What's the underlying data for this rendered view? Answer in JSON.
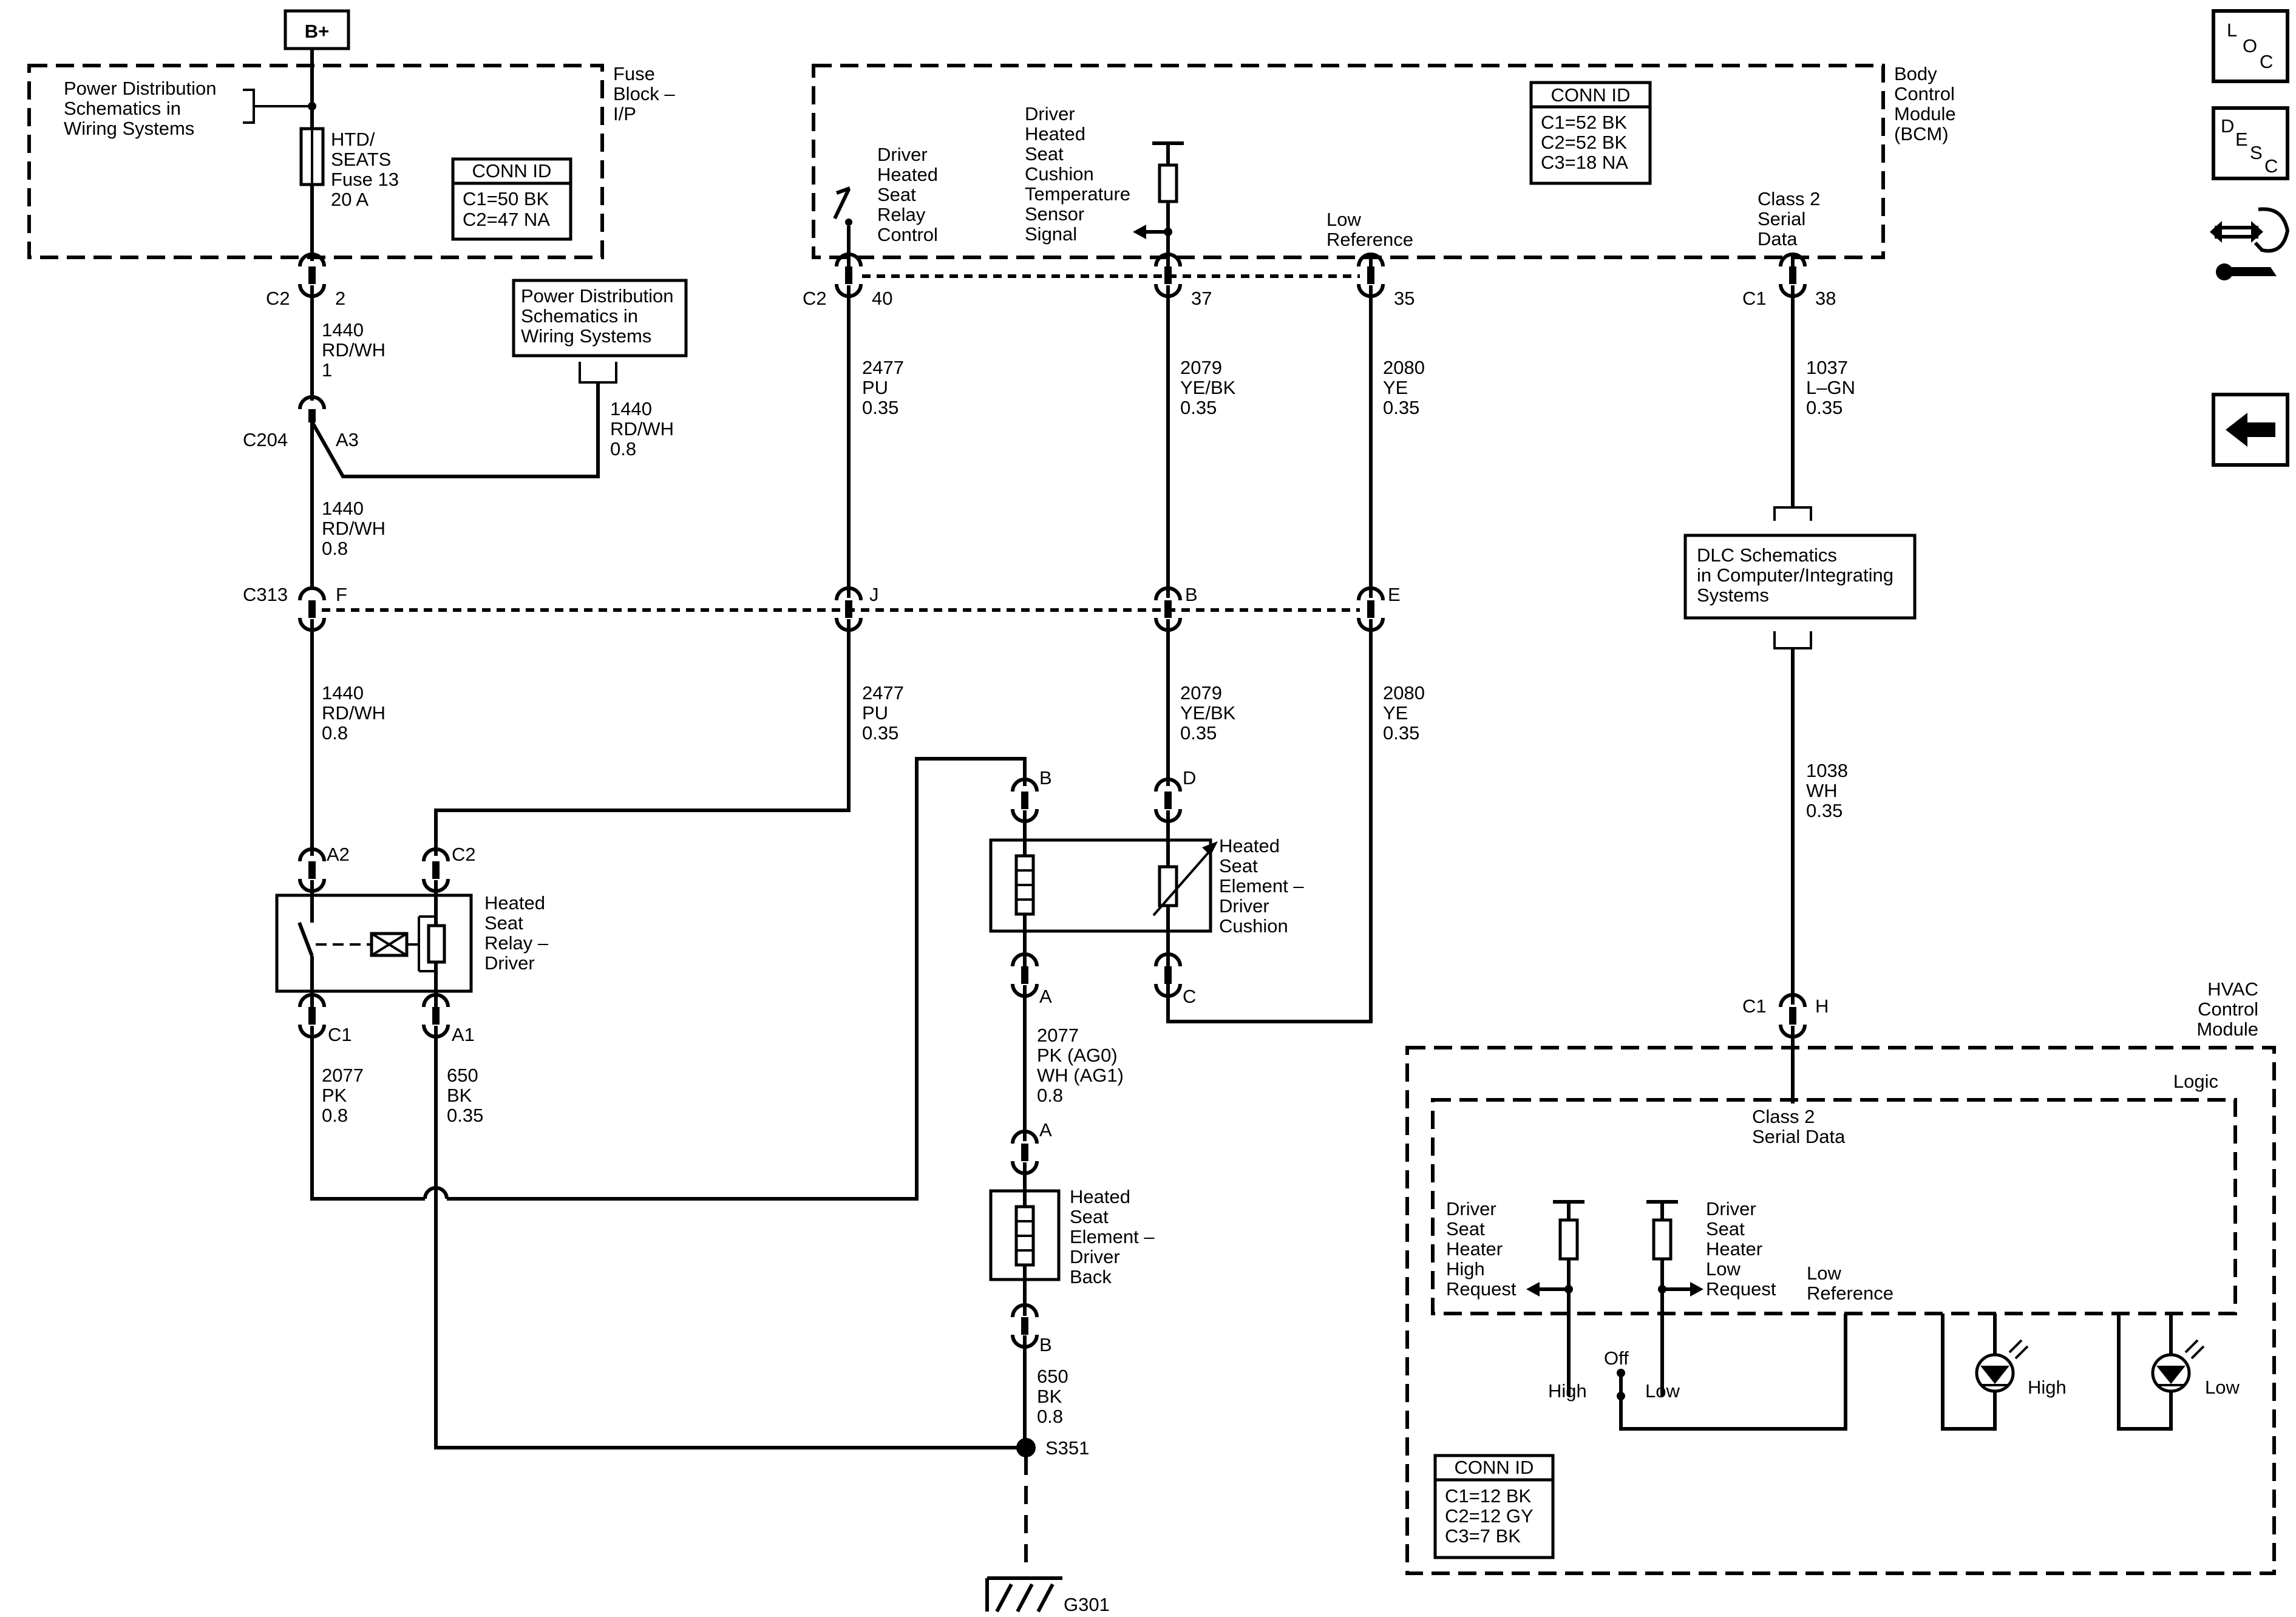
{
  "supply": {
    "battery": "B+"
  },
  "fuse_block": {
    "title": [
      "Fuse",
      "Block –",
      "I/P"
    ],
    "pds_ref": [
      "Power Distribution",
      "Schematics in",
      "Wiring Systems"
    ],
    "fuse": [
      "HTD/",
      "SEATS",
      "Fuse 13",
      "20 A"
    ],
    "conn_title": "CONN ID",
    "conn": [
      "C1=50 BK",
      "C2=47 NA"
    ]
  },
  "bcm": {
    "title": [
      "Body",
      "Control",
      "Module",
      "(BCM)"
    ],
    "conn_title": "CONN ID",
    "conn": [
      "C1=52 BK",
      "C2=52 BK",
      "C3=18 NA"
    ],
    "relay_ctrl": [
      "Driver",
      "Heated",
      "Seat",
      "Relay",
      "Control"
    ],
    "temp_signal": [
      "Driver",
      "Heated",
      "Seat",
      "Cushion",
      "Temperature",
      "Sensor",
      "Signal"
    ],
    "low_ref": [
      "Low",
      "Reference"
    ],
    "class2": [
      "Class 2",
      "Serial",
      "Data"
    ]
  },
  "pds_ref2": [
    "Power Distribution",
    "Schematics in",
    "Wiring Systems"
  ],
  "dlc_ref": [
    "DLC Schematics",
    "in Computer/Integrating",
    "Systems"
  ],
  "connectors": {
    "c2_fuse": "C2",
    "c2_fuse_pin": "2",
    "c204": "C204",
    "c204_pin": "A3",
    "c313": "C313",
    "c313_f": "F",
    "c313_j": "J",
    "c313_b": "B",
    "c313_e": "E",
    "c2_bcm": "C2",
    "pin40": "40",
    "pin37": "37",
    "pin35": "35",
    "c1_bcm": "C1",
    "pin38": "38",
    "relay_a2": "A2",
    "relay_c2": "C2",
    "relay_c1": "C1",
    "relay_a1": "A1",
    "cush_b": "B",
    "cush_a": "A",
    "cush_d": "D",
    "cush_c": "C",
    "back_a": "A",
    "back_b": "B",
    "hvac_c1": "C1",
    "hvac_h": "H",
    "splice": "S351",
    "ground": "G301"
  },
  "wires": {
    "w1440a": [
      "1440",
      "RD/WH",
      "1"
    ],
    "w1440b": [
      "1440",
      "RD/WH",
      "0.8"
    ],
    "w1440c": [
      "1440",
      "RD/WH",
      "0.8"
    ],
    "w1440d": [
      "1440",
      "RD/WH",
      "0.8"
    ],
    "w2477a": [
      "2477",
      "PU",
      "0.35"
    ],
    "w2477b": [
      "2477",
      "PU",
      "0.35"
    ],
    "w2079a": [
      "2079",
      "YE/BK",
      "0.35"
    ],
    "w2079b": [
      "2079",
      "YE/BK",
      "0.35"
    ],
    "w2080a": [
      "2080",
      "YE",
      "0.35"
    ],
    "w2080b": [
      "2080",
      "YE",
      "0.35"
    ],
    "w1037": [
      "1037",
      "L–GN",
      "0.35"
    ],
    "w1038": [
      "1038",
      "WH",
      "0.35"
    ],
    "w2077": [
      "2077",
      "PK",
      "0.8"
    ],
    "w650a": [
      "650",
      "BK",
      "0.35"
    ],
    "w2077b": [
      "2077",
      "PK (AG0)",
      "WH (AG1)",
      "0.8"
    ],
    "w650b": [
      "650",
      "BK",
      "0.8"
    ]
  },
  "components": {
    "relay": [
      "Heated",
      "Seat",
      "Relay –",
      "Driver"
    ],
    "cushion": [
      "Heated",
      "Seat",
      "Element –",
      "Driver",
      "Cushion"
    ],
    "back": [
      "Heated",
      "Seat",
      "Element –",
      "Driver",
      "Back"
    ]
  },
  "hvac": {
    "title": [
      "HVAC",
      "Control",
      "Module"
    ],
    "logic": "Logic",
    "class2": [
      "Class 2",
      "Serial Data"
    ],
    "high_req": [
      "Driver",
      "Seat",
      "Heater",
      "High",
      "Request"
    ],
    "low_req": [
      "Driver",
      "Seat",
      "Heater",
      "Low",
      "Request"
    ],
    "low_ref": [
      "Low",
      "Reference"
    ],
    "sw_off": "Off",
    "sw_high": "High",
    "sw_low": "Low",
    "led_high": "High",
    "led_low": "Low",
    "conn_title": "CONN ID",
    "conn": [
      "C1=12 BK",
      "C2=12 GY",
      "C3=7 BK"
    ]
  },
  "nav": {
    "loc": [
      "L",
      "O",
      "C"
    ],
    "desc": [
      "D",
      "E",
      "S",
      "C"
    ]
  }
}
